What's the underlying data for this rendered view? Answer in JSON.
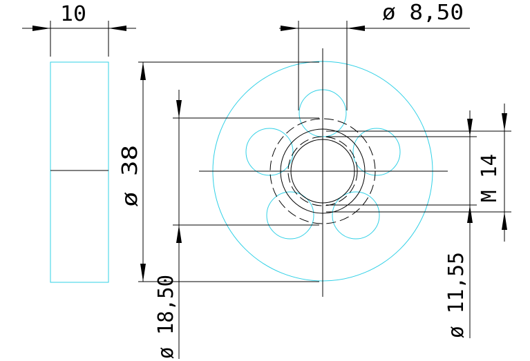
{
  "drawing": {
    "dimensions": {
      "thickness": "10",
      "hole_diameter": "ø 8,50",
      "outer_diameter": "ø 38",
      "bolt_circle_diameter": "ø 18,50",
      "thread": "M 14",
      "minor_diameter": "ø 11,55"
    },
    "colors": {
      "geometry": "#2fd0e6",
      "dimension_lines": "#000000",
      "background": "#ffffff"
    }
  }
}
